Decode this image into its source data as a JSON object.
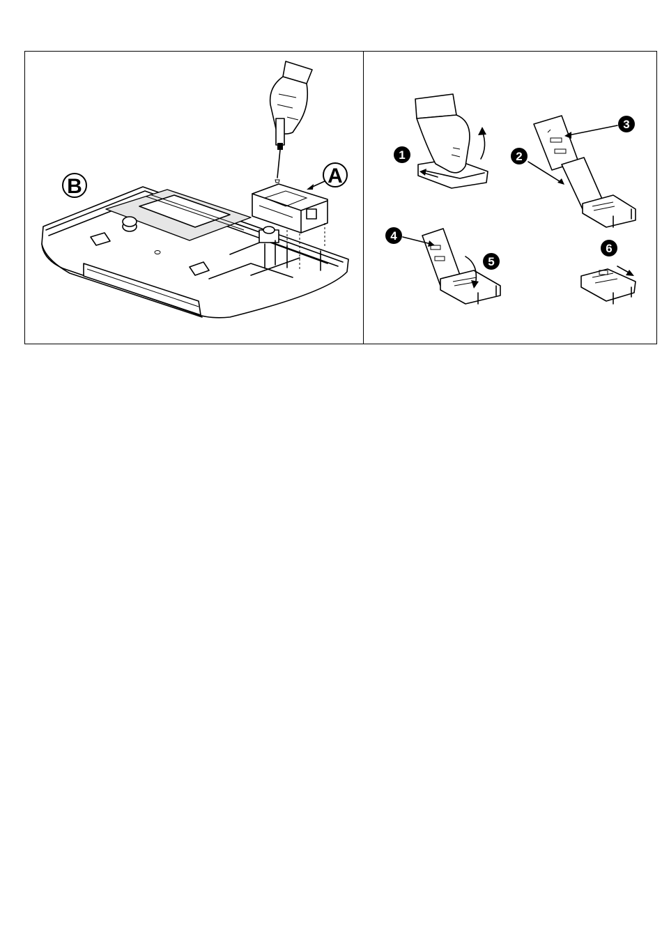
{
  "callouts": {
    "A": "A",
    "B": "B",
    "step1": "1",
    "step2": "2",
    "step3": "3",
    "step4": "4",
    "step5": "5",
    "step6": "6"
  },
  "icons": [
    "hand-with-screwdriver-icon",
    "control-panel-icon",
    "module-icon",
    "sim-holder-icon",
    "sim-card-icon",
    "arrow-icon"
  ],
  "colors": {
    "ink": "#000000",
    "paper": "#ffffff",
    "shade": "#e6e6e6"
  }
}
